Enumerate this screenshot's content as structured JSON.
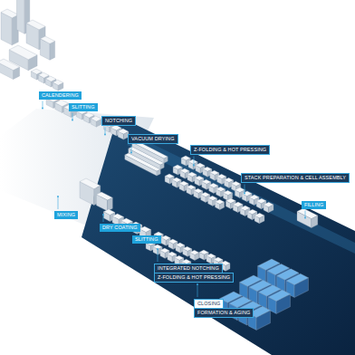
{
  "diagram": {
    "nodes": [
      {
        "text": [
          "CALENDERING"
        ]
      },
      {
        "text": [
          "SLITTING"
        ]
      },
      {
        "text": [
          "NOTCHING"
        ]
      },
      {
        "text": [
          "VACUUM DRYING"
        ]
      },
      {
        "text": [
          "Z-FOLDING & HOT PRESSING"
        ]
      },
      {
        "text": [
          "STACK PREPARATION & CELL ASSEMBLY"
        ]
      },
      {
        "text": [
          "FILLING"
        ]
      },
      {
        "text": [
          "MIXING"
        ]
      },
      {
        "text": [
          "DRY COATING"
        ]
      },
      {
        "text": [
          "SLITTING"
        ]
      },
      {
        "text": [
          "INTEGRATED NOTCHING"
        ]
      },
      {
        "text": [
          "Z-FOLDING & HOT PRESSING"
        ]
      },
      {
        "text": [
          "CLOSING"
        ]
      },
      {
        "text": [
          "FORMATION & AGING"
        ]
      }
    ]
  }
}
